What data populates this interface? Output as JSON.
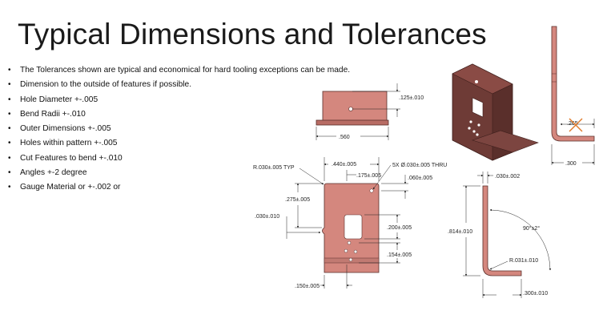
{
  "slide": {
    "title": "Typical Dimensions and Tolerances",
    "bullets": [
      "The Tolerances shown are typical and economical for hard tooling exceptions can be made.",
      "Dimension to the outside of features if possible.",
      "Hole Diameter +-.005",
      "Bend Radii +-.010",
      "Outer Dimensions +-.005",
      "Holes within pattern +-.005",
      "Cut Features to bend +-.010",
      "Angles +-2 degree",
      "Gauge Material or +-.002 or"
    ]
  },
  "drawing": {
    "top_view": {
      "height_dim": ".125±.010",
      "width_dim": ".560"
    },
    "front_view": {
      "corner_radius": "R.030±.005 TYP",
      "width_dim": ".440±.005",
      "hole_offset_dim": ".175±.005",
      "hole_callout": "5X  Ø.030±.005 THRU",
      "hole_edge_dim": ".060±.005",
      "notch_height": ".275±.005",
      "notch_depth": ".030±.010",
      "slot_dim": ".200±.005",
      "hole_pattern_dim": ".154±.005",
      "bottom_dim": ".150±.005"
    },
    "side_view_top": {
      "struck_dim": ".265",
      "width_dim": ".300"
    },
    "side_view_bottom": {
      "thickness": ".030±.002",
      "height": ".814±.010",
      "angle": "90°±2°",
      "bend_radius": "R.031±.010",
      "flange": ".300±.010"
    }
  },
  "colors": {
    "part_fill": "#d4877e",
    "part_dark": "#6e3b36",
    "part_shadow": "#a55f58",
    "line": "#222222",
    "strike": "#e07a2a"
  }
}
